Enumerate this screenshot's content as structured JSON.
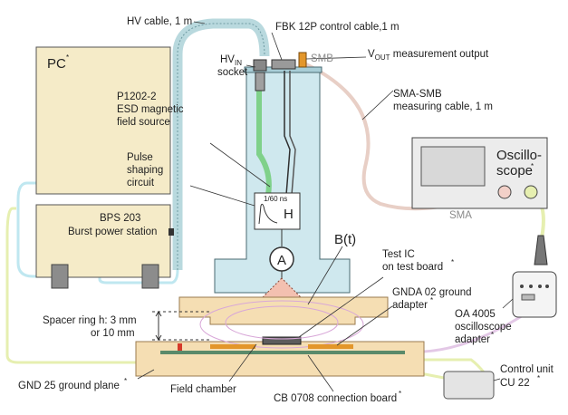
{
  "labels": {
    "hv_cable": "HV cable, 1 m",
    "fbk_cable": "FBK 12P control cable,1 m",
    "hv_socket_main": "HV",
    "hv_socket_sub": "IN",
    "hv_socket_word": "socket",
    "smb": "SMB",
    "vout_main": "V",
    "vout_sub": "OUT",
    "vout_rest": " measurement output",
    "pc": "PC",
    "star": "*",
    "p1202_line1": "P1202-2",
    "p1202_line2": "ESD magnetic",
    "p1202_line3": "field source",
    "sma_smb_line1": "SMA-SMB",
    "sma_smb_line2": "measuring cable, 1 m",
    "pulse_line1": "Pulse",
    "pulse_line2": "shaping",
    "pulse_line3": "circuit",
    "osc_line1": "Oscillo-",
    "osc_line2": "scope",
    "pulse_window": "1/60 ns",
    "pulse_h": "H",
    "bps_line1": "BPS 203",
    "bps_line2": "Burst power station",
    "sma": "SMA",
    "bt": "B(t)",
    "ammeter": "A",
    "test_ic_line1": "Test IC",
    "test_ic_line2": "on test board",
    "gnda_line1": "GNDA 02 ground",
    "gnda_line2": "adapter",
    "spacer_line1": "Spacer ring h:  3 mm",
    "spacer_line2": "or 10 mm",
    "oa_line1": "OA 4005",
    "oa_line2": "oscilloscope",
    "oa_line3": "adapter",
    "control_line1": "Control unit",
    "control_line2": "CU 22",
    "gnd25": "GND 25 ground plane",
    "field_chamber": "Field chamber",
    "cb0708": "CB 0708 connection board"
  },
  "colors": {
    "probe_body": "#cfe8ee",
    "probe_stroke": "#4a6a72",
    "wood": "#f5deb3",
    "wood_stroke": "#9a7b4f",
    "hv_cable": "#b9d9de",
    "green_conductor": "#7fd18a",
    "sma_cable": "#e8cfc6",
    "usb_cable": "#e3c8e6",
    "cyan_cable": "#bfe7f0",
    "yellow_cable": "#e6efb0",
    "orange_connector": "#e3962a",
    "red_led": "#d63a2a"
  }
}
